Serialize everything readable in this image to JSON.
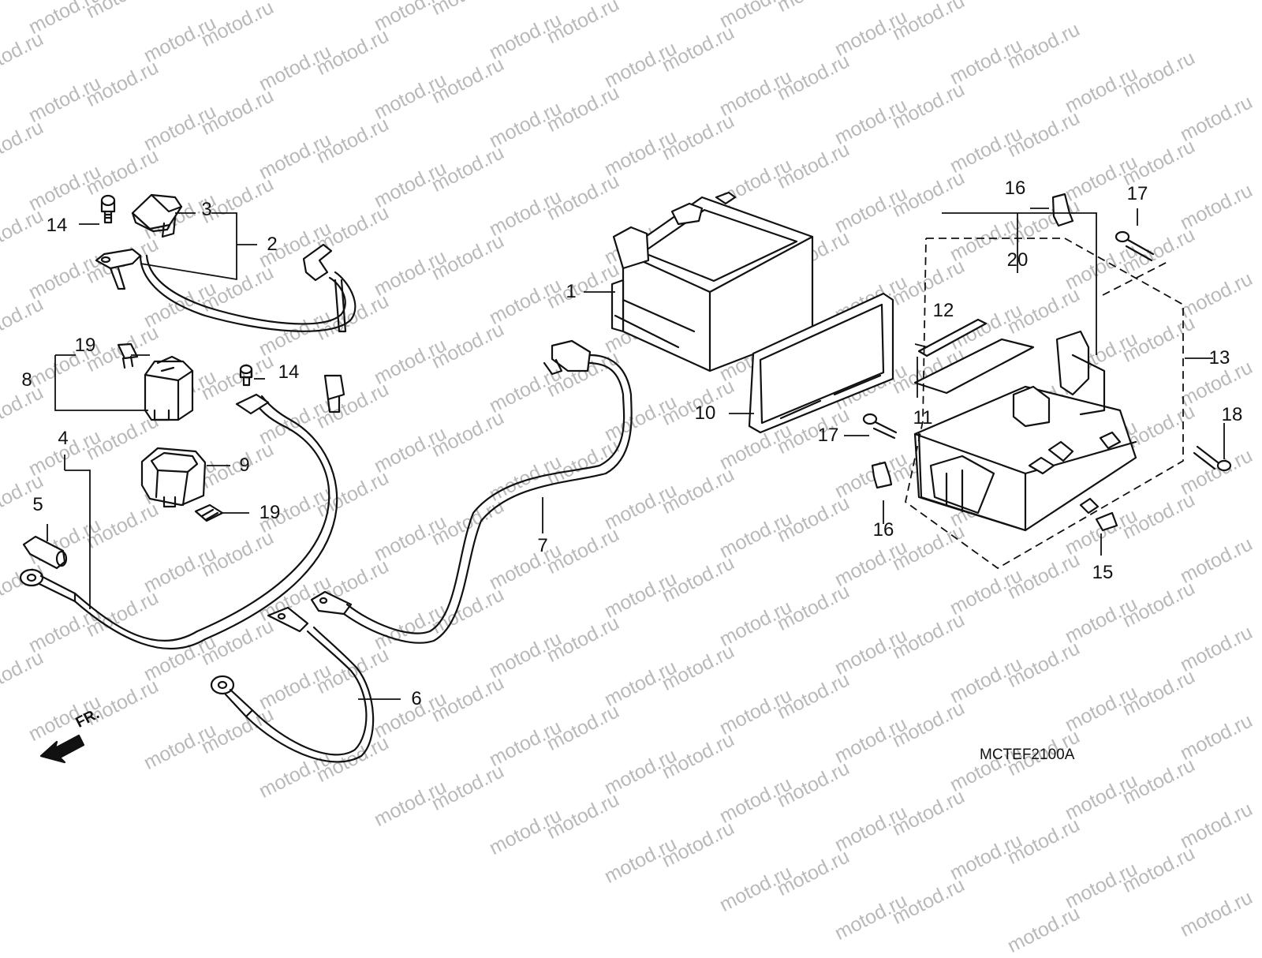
{
  "watermark": {
    "text": "motod.ru"
  },
  "diagram_code": "MCTEF2100A",
  "front_marker": {
    "label": "FR.",
    "icon": "front-direction-arrow-icon"
  },
  "callouts": [
    {
      "id": "c1",
      "text": "1"
    },
    {
      "id": "c2",
      "text": "2"
    },
    {
      "id": "c3",
      "text": "3"
    },
    {
      "id": "c4",
      "text": "4"
    },
    {
      "id": "c5",
      "text": "5"
    },
    {
      "id": "c6",
      "text": "6"
    },
    {
      "id": "c7",
      "text": "7"
    },
    {
      "id": "c8",
      "text": "8"
    },
    {
      "id": "c9",
      "text": "9"
    },
    {
      "id": "c10",
      "text": "10"
    },
    {
      "id": "c11",
      "text": "11"
    },
    {
      "id": "c12",
      "text": "12"
    },
    {
      "id": "c13",
      "text": "13"
    },
    {
      "id": "c14a",
      "text": "14"
    },
    {
      "id": "c14b",
      "text": "14"
    },
    {
      "id": "c15",
      "text": "15"
    },
    {
      "id": "c16a",
      "text": "16"
    },
    {
      "id": "c16b",
      "text": "16"
    },
    {
      "id": "c17a",
      "text": "17"
    },
    {
      "id": "c17b",
      "text": "17"
    },
    {
      "id": "c18",
      "text": "18"
    },
    {
      "id": "c19a",
      "text": "19"
    },
    {
      "id": "c19b",
      "text": "19"
    },
    {
      "id": "c20",
      "text": "20"
    }
  ]
}
